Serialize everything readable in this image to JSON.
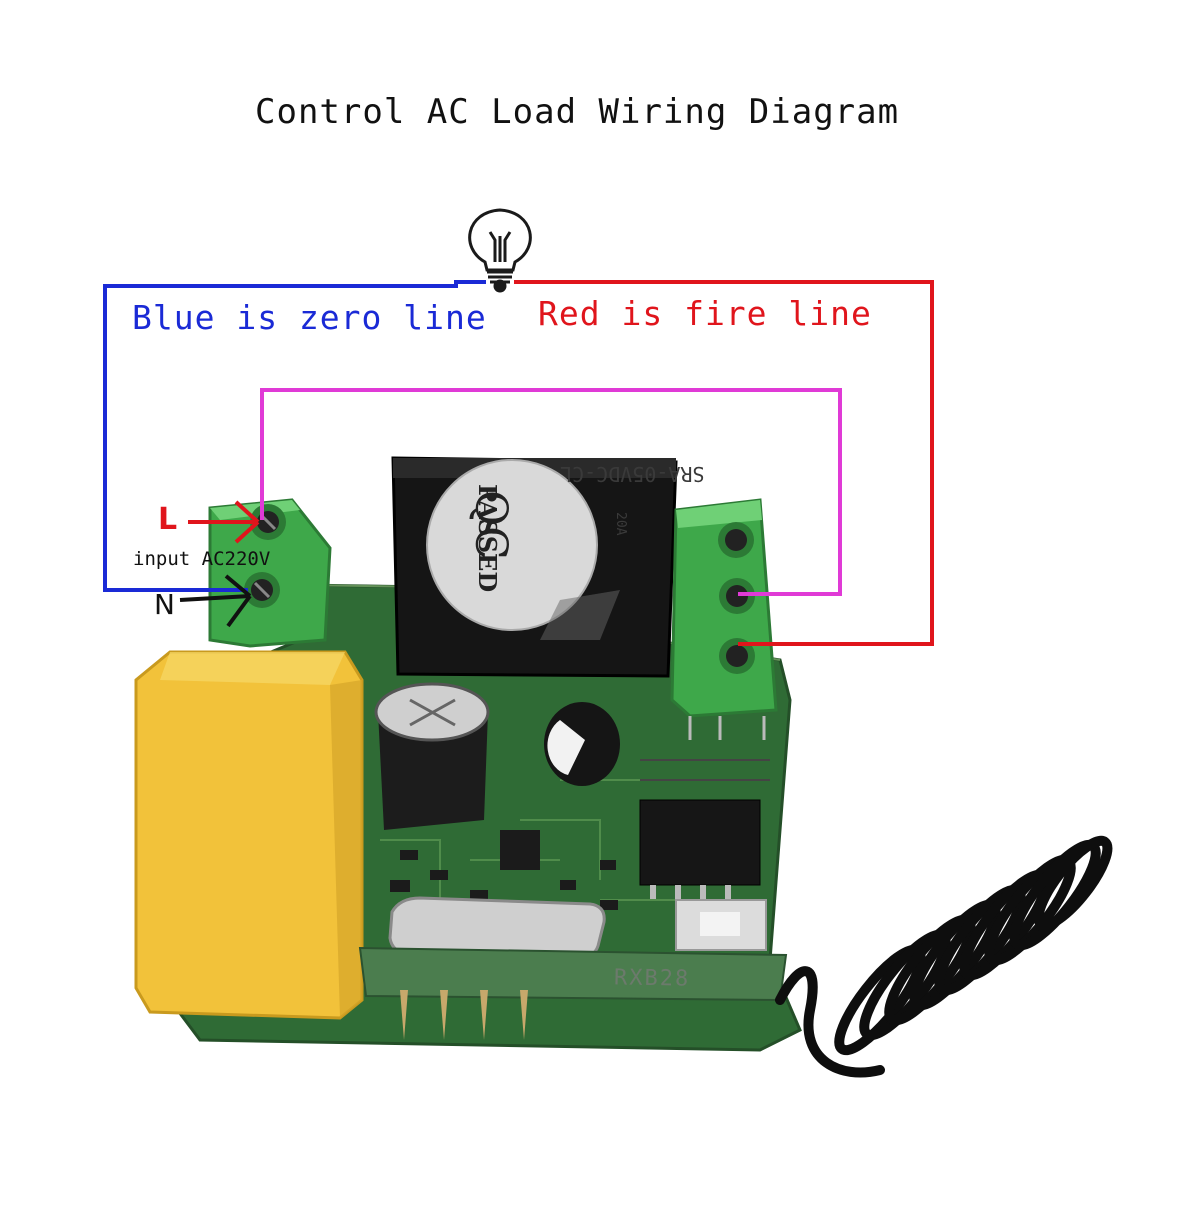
{
  "title": "Control AC Load Wiring Diagram",
  "labels": {
    "blue_line": "Blue is zero line",
    "red_line": "Red is fire line",
    "l": "L",
    "input": "input AC220V",
    "n": "N"
  },
  "board": {
    "relay_model": "SRA-05VDC-CL",
    "relay_rating": "20A",
    "qc": "QC",
    "passed": "PASSED",
    "module": "RXB28"
  },
  "colors": {
    "neutral_wire": "#1a2ad6",
    "live_wire": "#e0151c",
    "jumper_wire": "#e03ad6",
    "terminal": "#3ea84a",
    "pcb": "#2f6b35",
    "capacitor_box": "#f2c23a"
  },
  "icons": {
    "lamp": "light-bulb-icon",
    "antenna": "coil-antenna-icon"
  }
}
